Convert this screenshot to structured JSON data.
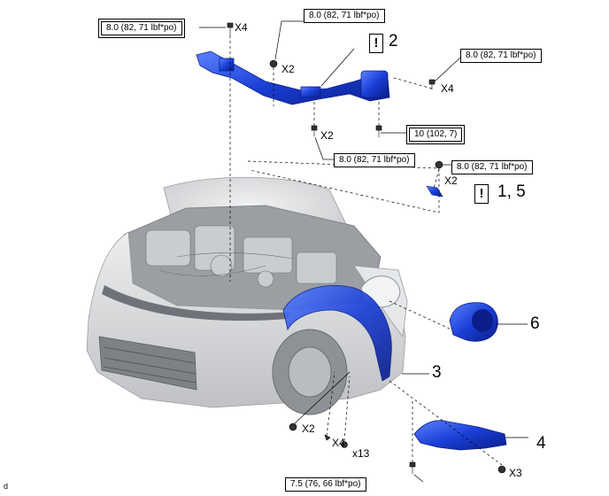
{
  "torque_labels": {
    "t1": "8.0 (82, 71 lbf*po)",
    "t2": "8.0 (82, 71 lbf*po)",
    "t3": "8.0 (82, 71 lbf*po)",
    "t4": "10 (102, 7)",
    "t5": "8.0 (82, 71 lbf*po)",
    "t6": "8.0 (82, 71 lbf*po)",
    "t7": "7.5 (76, 66 lbf*po)"
  },
  "quantities": {
    "q1": "X4",
    "q2": "X2",
    "q3": "X4",
    "q4": "X2",
    "q5": "X2",
    "q6": "X2",
    "q7": "X4",
    "q8": "x13",
    "q9": "X3"
  },
  "warnings": {
    "w1": "!",
    "w2": "!"
  },
  "callouts": {
    "c1": "2",
    "c2": "1, 5",
    "c3": "6",
    "c4": "3",
    "c5": "4"
  },
  "corner_code": "d",
  "colors": {
    "part_blue": "#1a3fd6",
    "part_dark": "#0b1e8a",
    "vehicle_gray": "#d2d4d7",
    "leader": "#000000"
  }
}
